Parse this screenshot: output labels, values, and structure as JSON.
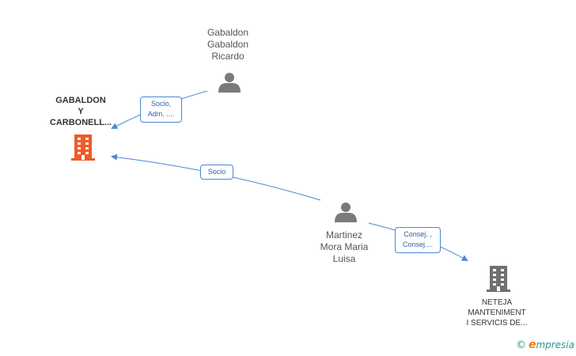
{
  "nodes": {
    "company_main": {
      "lines": [
        "GABALDON",
        "Y",
        "CARBONELL..."
      ],
      "color": "#f05a28"
    },
    "company_neteja": {
      "lines": [
        "NETEJA",
        "MANTENIMENT",
        "I SERVICIS DE..."
      ],
      "color": "#707070"
    },
    "person_gabaldon": {
      "lines": [
        "Gabaldon",
        "Gabaldon",
        "Ricardo"
      ],
      "color": "#7a7a7a"
    },
    "person_martinez": {
      "lines": [
        "Martinez",
        "Mora Maria",
        "Luisa"
      ],
      "color": "#7a7a7a"
    }
  },
  "edges": {
    "gabaldon_to_main": {
      "lines": [
        "Socio,",
        "Adm. ...."
      ]
    },
    "martinez_to_main": {
      "lines": [
        "Socio"
      ]
    },
    "martinez_to_neteja": {
      "lines": [
        "Consej. ,",
        "Consej...."
      ]
    }
  },
  "colors": {
    "edge": "#4a86d8"
  },
  "brand": {
    "copyright": "©",
    "initial": "e",
    "name": "mpresia"
  }
}
